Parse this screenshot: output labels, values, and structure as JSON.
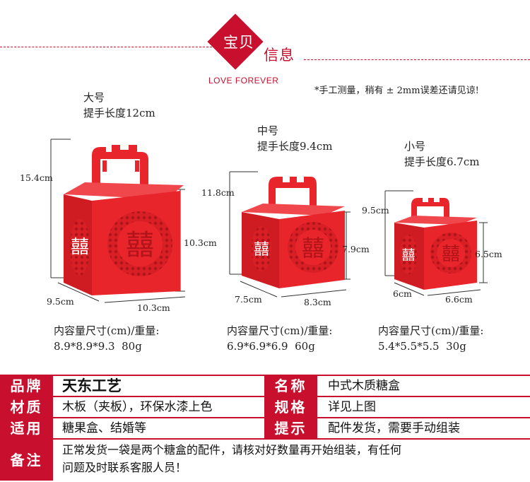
{
  "header": {
    "title_main": "宝贝",
    "title_sub": "信息",
    "tagline": "LOVE FOREVER",
    "note": "*手工测量，稍有 ± 2mm误差还请见谅!"
  },
  "colors": {
    "accent": "#c8102e",
    "box_red": "#e8252a"
  },
  "products": [
    {
      "size_name": "大号",
      "handle_length": "提手长度12cm",
      "dims": {
        "height_total": "15.4cm",
        "height_box": "10.3cm",
        "depth": "9.5cm",
        "width": "10.3cm"
      },
      "spec_label": "内容量尺寸(cm)/重量:",
      "spec_value": "8.9*8.9*9.3  80g"
    },
    {
      "size_name": "中号",
      "handle_length": "提手长度9.4cm",
      "dims": {
        "height_total": "11.8cm",
        "height_box": "7.9cm",
        "depth": "7.5cm",
        "width": "8.3cm"
      },
      "spec_label": "内容量尺寸(cm)/重量:",
      "spec_value": "6.9*6.9*6.9  60g"
    },
    {
      "size_name": "小号",
      "handle_length": "提手长度6.7cm",
      "dims": {
        "height_total": "9.5cm",
        "height_box": "6.5cm",
        "depth": "6cm",
        "width": "6.6cm"
      },
      "spec_label": "内容量尺寸(cm)/重量:",
      "spec_value": "5.4*5.5*5.5  30g"
    }
  ],
  "table": {
    "brand_label": "品牌",
    "brand_value": "天东工艺",
    "name_label": "名称",
    "name_value": "中式木质糖盒",
    "material_label": "材质",
    "material_value": "木板（夹板），环保水漆上色",
    "spec_label": "规格",
    "spec_value": "详见上图",
    "usage_label": "适用",
    "usage_value": "糖果盒、结婚等",
    "tip_label": "提示",
    "tip_value": "配件发货，需要手动组装",
    "remark_label": "备注",
    "remark_line1": "正常发货一袋是两个糖盒的配件，请核对好数量再开始组装，有任何",
    "remark_line2": "问题及时联系客服人员！"
  }
}
